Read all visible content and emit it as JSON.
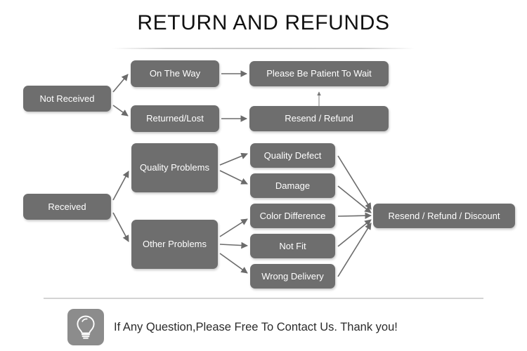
{
  "page": {
    "title": "RETURN AND REFUNDS",
    "background_color": "#ffffff",
    "box_color": "#6e6e6e",
    "box_text_color": "#ffffff",
    "arrow_color": "#6b6b6b",
    "divider_color": "#d4d4d4"
  },
  "flowchart": {
    "type": "flowchart",
    "nodes": [
      {
        "id": "not-received",
        "label": "Not Received",
        "column": 1
      },
      {
        "id": "received",
        "label": "Received",
        "column": 1
      },
      {
        "id": "on-the-way",
        "label": "On The Way",
        "column": 2
      },
      {
        "id": "returned-lost",
        "label": "Returned/Lost",
        "column": 2
      },
      {
        "id": "quality-problems",
        "label": "Quality Problems",
        "column": 2
      },
      {
        "id": "other-problems",
        "label": "Other Problems",
        "column": 2
      },
      {
        "id": "please-be-patient",
        "label": "Please Be Patient To Wait",
        "column": 3
      },
      {
        "id": "resend-refund",
        "label": "Resend / Refund",
        "column": 3
      },
      {
        "id": "quality-defect",
        "label": "Quality Defect",
        "column": 3
      },
      {
        "id": "damage",
        "label": "Damage",
        "column": 3
      },
      {
        "id": "color-difference",
        "label": "Color Difference",
        "column": 3
      },
      {
        "id": "not-fit",
        "label": "Not Fit",
        "column": 3
      },
      {
        "id": "wrong-delivery",
        "label": "Wrong Delivery",
        "column": 3
      },
      {
        "id": "resend-refund-discount",
        "label": "Resend / Refund / Discount",
        "column": 4
      }
    ],
    "edges": [
      {
        "from": "not-received",
        "to": "on-the-way"
      },
      {
        "from": "not-received",
        "to": "returned-lost"
      },
      {
        "from": "on-the-way",
        "to": "please-be-patient"
      },
      {
        "from": "returned-lost",
        "to": "resend-refund"
      },
      {
        "from": "resend-refund",
        "to": "please-be-patient"
      },
      {
        "from": "received",
        "to": "quality-problems"
      },
      {
        "from": "received",
        "to": "other-problems"
      },
      {
        "from": "quality-problems",
        "to": "quality-defect"
      },
      {
        "from": "quality-problems",
        "to": "damage"
      },
      {
        "from": "other-problems",
        "to": "color-difference"
      },
      {
        "from": "other-problems",
        "to": "not-fit"
      },
      {
        "from": "other-problems",
        "to": "wrong-delivery"
      },
      {
        "from": "quality-defect",
        "to": "resend-refund-discount"
      },
      {
        "from": "damage",
        "to": "resend-refund-discount"
      },
      {
        "from": "color-difference",
        "to": "resend-refund-discount"
      },
      {
        "from": "not-fit",
        "to": "resend-refund-discount"
      },
      {
        "from": "wrong-delivery",
        "to": "resend-refund-discount"
      }
    ]
  },
  "footer": {
    "icon": "lightbulb-icon",
    "text": "If Any Question,Please Free To Contact Us. Thank you!"
  }
}
